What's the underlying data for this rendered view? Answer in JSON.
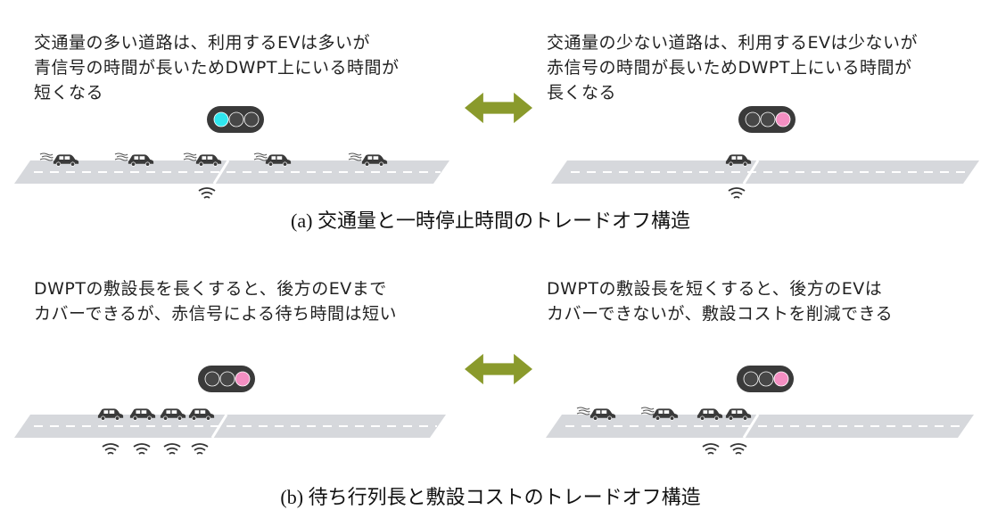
{
  "colors": {
    "road": "#d6d8dc",
    "car": "#3a3a3a",
    "arrow": "#8a9a2c",
    "light_body": "#3a3a3a",
    "light_off": "#474747",
    "light_green": "#2fe6ef",
    "light_red": "#f48fc2",
    "wifi": "#333333"
  },
  "panel_a": {
    "left": {
      "text": "交通量の多い道路は、利用するEVは多いが\n青信号の時間が長いためDWPT上にいる時間が\n短くなる",
      "signal_state": "green"
    },
    "right": {
      "text": "交通量の少ない道路は、利用するEVは少ないが\n赤信号の時間が長いためDWPT上にいる時間が\n長くなる",
      "signal_state": "red"
    },
    "caption": "(a) 交通量と一時停止時間のトレードオフ構造",
    "arrow_icon": "double-arrow-icon"
  },
  "panel_b": {
    "left": {
      "text": "DWPTの敷設長を長くすると、後方のEVまで\nカバーできるが、赤信号による待ち時間は短い",
      "signal_state": "red"
    },
    "right": {
      "text": "DWPTの敷設長を短くすると、後方のEVは\nカバーできないが、敷設コストを削減できる",
      "signal_state": "red"
    },
    "caption": "(b) 待ち行列長と敷設コストのトレードオフ構造",
    "arrow_icon": "double-arrow-icon"
  }
}
